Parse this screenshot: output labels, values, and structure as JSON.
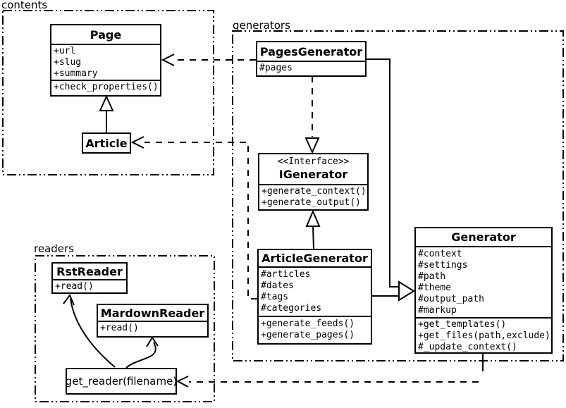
{
  "packages": {
    "contents": {
      "label": "contents"
    },
    "generators": {
      "label": "generators"
    },
    "readers": {
      "label": "readers"
    }
  },
  "classes": {
    "page": {
      "name": "Page",
      "attributes": [
        "+url",
        "+slug",
        "+summary"
      ],
      "methods": [
        "+check_properties()"
      ]
    },
    "article": {
      "name": "Article"
    },
    "pages_generator": {
      "name": "PagesGenerator",
      "attributes": [
        "#pages"
      ]
    },
    "igenerator": {
      "stereotype": "<<Interface>>",
      "name": "IGenerator",
      "methods": [
        "+generate_context()",
        "+generate_output()"
      ]
    },
    "article_generator": {
      "name": "ArticleGenerator",
      "attributes": [
        "#articles",
        "#dates",
        "#tags",
        "#categories"
      ],
      "methods": [
        "+generate_feeds()",
        "+generate_pages()"
      ]
    },
    "generator": {
      "name": "Generator",
      "attributes": [
        "#context",
        "#settings",
        "#path",
        "#theme",
        "#output_path",
        "#markup"
      ],
      "methods": [
        "+get_templates()",
        "+get_files(path,exclude)",
        "#_update_context()"
      ]
    },
    "rst_reader": {
      "name": "RstReader",
      "methods": [
        "+read()"
      ]
    },
    "mardown_reader": {
      "name": "MardownReader",
      "methods": [
        "+read()"
      ]
    },
    "get_reader": {
      "label": "get_reader(filename)"
    }
  },
  "edges": [
    {
      "from": "Article",
      "to": "Page",
      "type": "inheritance"
    },
    {
      "from": "PagesGenerator",
      "to": "Page",
      "type": "dependency"
    },
    {
      "from": "ArticleGenerator",
      "to": "Article",
      "type": "dependency"
    },
    {
      "from": "PagesGenerator",
      "to": "IGenerator",
      "type": "realization"
    },
    {
      "from": "ArticleGenerator",
      "to": "IGenerator",
      "type": "inheritance"
    },
    {
      "from": "PagesGenerator",
      "to": "Generator",
      "type": "inheritance"
    },
    {
      "from": "ArticleGenerator",
      "to": "Generator",
      "type": "inheritance"
    },
    {
      "from": "Generator",
      "to": "get_reader(filename)",
      "type": "dependency"
    },
    {
      "from": "get_reader(filename)",
      "to": "RstReader",
      "type": "call"
    },
    {
      "from": "get_reader(filename)",
      "to": "MardownReader",
      "type": "call"
    }
  ],
  "colors": {
    "line": "#000000",
    "background": "#ffffff",
    "box_fill": "#ffffff"
  }
}
